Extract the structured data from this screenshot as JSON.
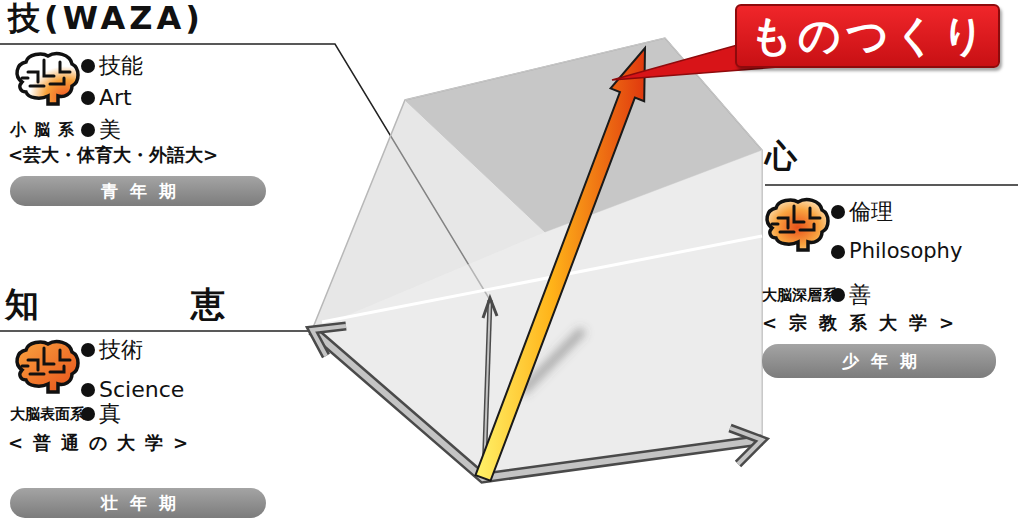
{
  "diagram": {
    "nodes": [
      {
        "text": [
          "ものつくり"
        ]
      },
      {
        "text": [
          "青年期"
        ]
      },
      {
        "text": [
          "少年期"
        ]
      },
      {
        "text": [
          "壮年期"
        ]
      }
    ],
    "labels": [
      "技(WAZA)",
      "技能",
      "Art",
      "小脳系",
      "美",
      "<芸大・体育大・外語大>",
      "心",
      "倫理",
      "Philosophy",
      "大脳深層系",
      "善",
      "<宗教系大学>",
      "知恵",
      "技術",
      "Science",
      "大脳表面系",
      "真",
      "<普通の大学>"
    ]
  }
}
